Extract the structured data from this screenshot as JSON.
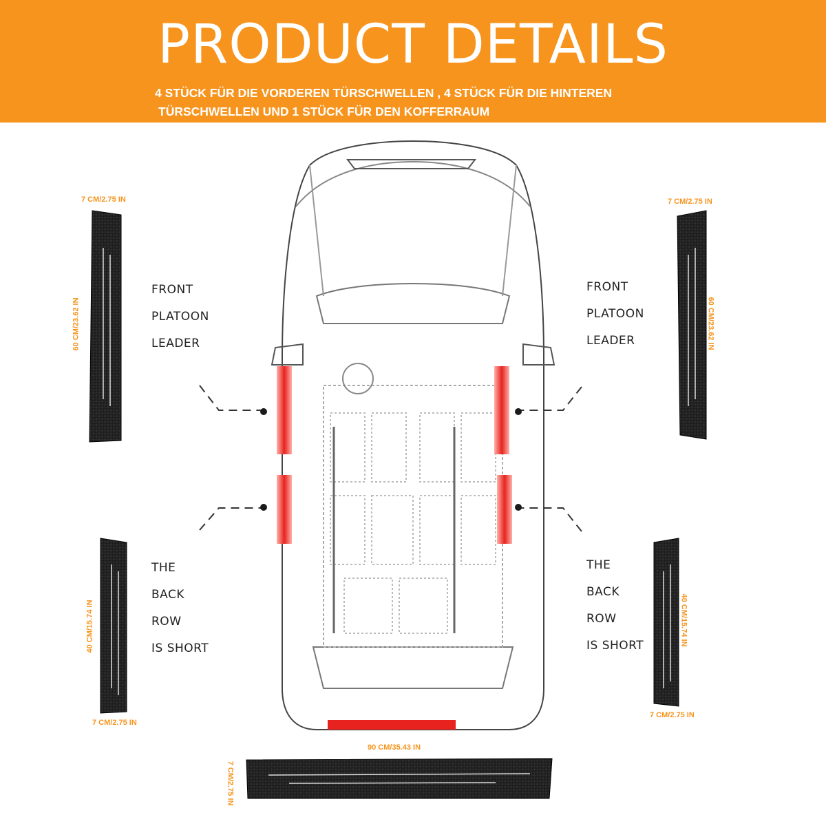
{
  "banner": {
    "title": "PRODUCT DETAILS",
    "subtitle_line1": "4 STÜCK FÜR DIE VORDEREN TÜRSCHWELLEN , 4 STÜCK FÜR DIE HINTEREN",
    "subtitle_line2": "TÜRSCHWELLEN UND 1 STÜCK FÜR DEN KOFFERRAUM"
  },
  "labels": {
    "front": [
      "FRONT",
      "PLATOON",
      "LEADER"
    ],
    "back": [
      "THE",
      "BACK",
      "ROW",
      "IS  SHORT"
    ]
  },
  "dimensions": {
    "front_width": "7 CM/2.75 IN",
    "front_length": "60 CM/23.62 IN",
    "back_width": "7 CM/2.75 IN",
    "back_length": "40 CM/15.74 IN",
    "trunk_width": "7 CM/2.75 IN",
    "trunk_length": "90 CM/35.43 IN"
  },
  "colors": {
    "banner": "#f7941d",
    "accent_red": "#e8231f",
    "strip": "#1e1e1e"
  }
}
